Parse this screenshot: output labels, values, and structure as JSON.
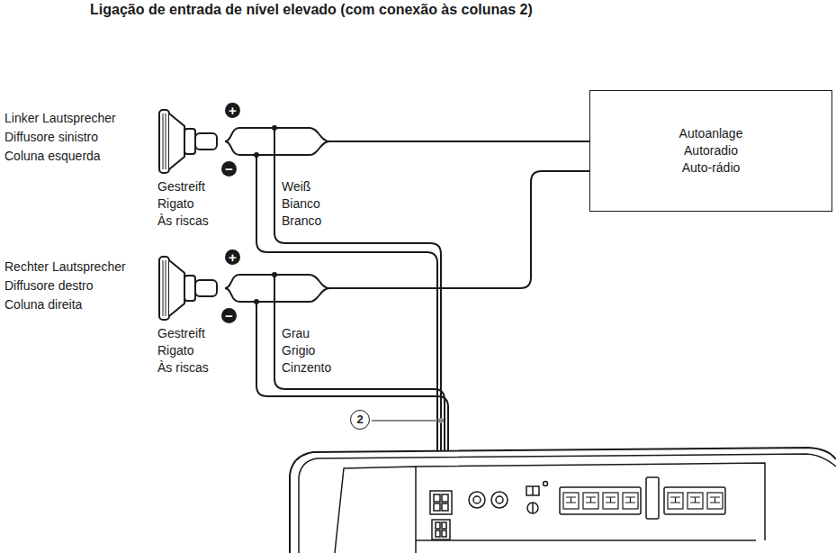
{
  "diagram": {
    "title": "Ligação de entrada de nível elevado (com conexão às colunas 2)",
    "nodes": [
      {
        "text": [
          "Linker Lautsprecher",
          "Diffusore sinistro",
          "Coluna esquerda"
        ]
      },
      {
        "text": [
          "Autoanlage",
          "Autoradio",
          "Auto-rádio"
        ]
      },
      {
        "text": [
          "Rechter Lautsprecher",
          "Diffusore destro",
          "Coluna direita"
        ]
      }
    ],
    "edges": [
      {
        "from": 0,
        "to": 1,
        "arrow": "none"
      },
      {
        "from": 2,
        "to": 1,
        "arrow": "none"
      }
    ],
    "labels": [
      "+",
      "−",
      "Gestreift",
      "Rigato",
      "Às riscas",
      "Weiß",
      "Bianco",
      "Branco",
      "+",
      "−",
      "Gestreift",
      "Rigato",
      "Às riscas",
      "Grau",
      "Grigio",
      "Cinzento",
      "2"
    ]
  }
}
